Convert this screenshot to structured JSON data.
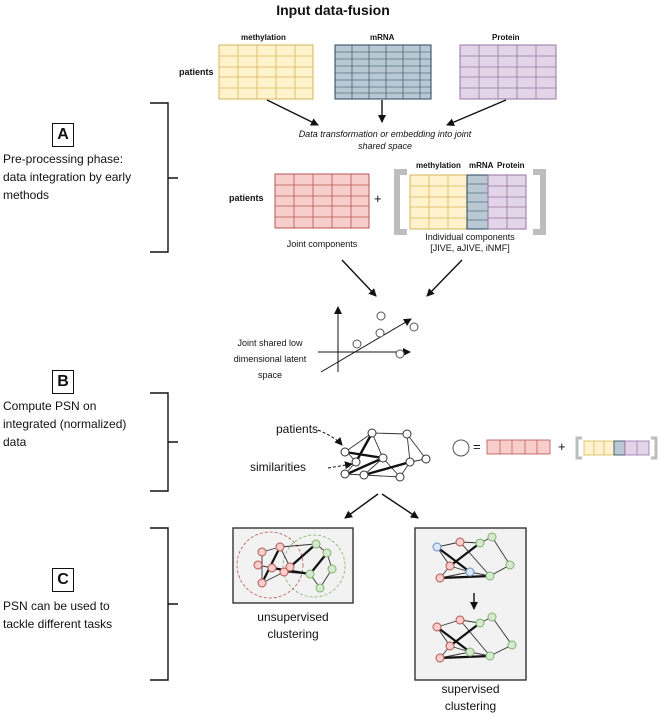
{
  "title": "Input data-fusion",
  "omics": {
    "methylation": "methylation",
    "mrna": "mRNA",
    "protein": "Protein"
  },
  "patients_label": "patients",
  "transform_caption": "Data transformation or embedding into joint shared space",
  "joint_components": "Joint components",
  "individual_components": "Individual components",
  "individual_methods": "[JIVE, aJIVE, iNMF]",
  "latent_space_label": "Joint shared low dimensional latent space",
  "steps": {
    "a": {
      "letter": "A",
      "text": "Pre-processing phase: data integration by early methods"
    },
    "b": {
      "letter": "B",
      "text": "Compute PSN on integrated (normalized) data"
    },
    "c": {
      "letter": "C",
      "text": "PSN can be used to tackle different tasks"
    }
  },
  "psn": {
    "patients": "patients",
    "similarities": "similarities",
    "equals": "=",
    "plus": "+"
  },
  "unsupervised": "unsupervised clustering",
  "supervised": "supervised clustering",
  "colors": {
    "methylation": "#fff2cc",
    "methylation_border": "#d6b656",
    "mrna": "#bac8d3",
    "mrna_border": "#23445d",
    "protein": "#e1d5e7",
    "protein_border": "#9673a6",
    "joint": "#f8cecc",
    "joint_border": "#b85450",
    "red_node": "#f8cecc",
    "green_node": "#d5e8d4",
    "blue_node": "#dae8fc"
  }
}
